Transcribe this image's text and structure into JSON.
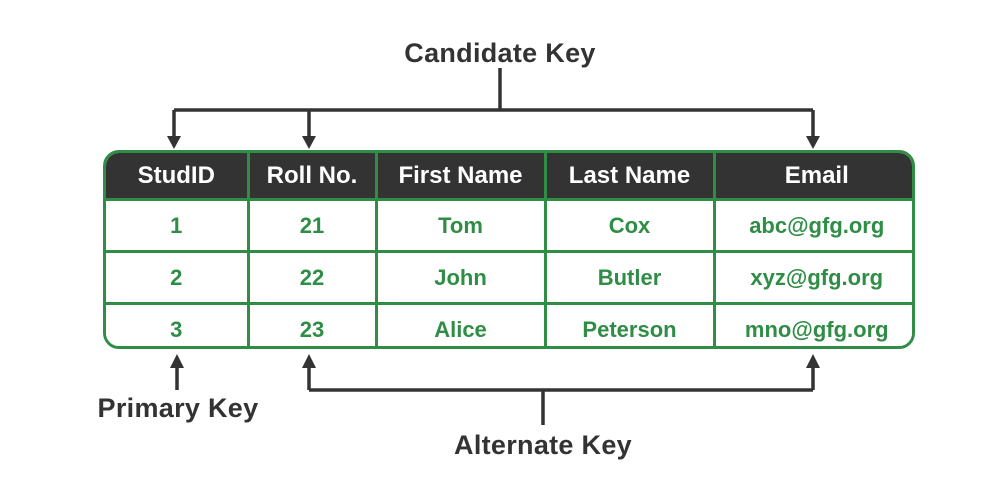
{
  "diagram": {
    "annotations": {
      "candidate_key": "Candidate Key",
      "primary_key": "Primary Key",
      "alternate_key": "Alternate Key"
    },
    "table": {
      "columns": [
        "StudID",
        "Roll No.",
        "First Name",
        "Last Name",
        "Email"
      ],
      "rows": [
        [
          "1",
          "21",
          "Tom",
          "Cox",
          "abc@gfg.org"
        ],
        [
          "2",
          "22",
          "John",
          "Butler",
          "xyz@gfg.org"
        ],
        [
          "3",
          "23",
          "Alice",
          "Peterson",
          "mno@gfg.org"
        ]
      ]
    },
    "colors": {
      "table_border_green": "#2f8d46",
      "header_background": "#333333",
      "header_text": "#ffffff",
      "cell_text_green": "#2f8d46",
      "connector_dark": "#333333",
      "background": "#ffffff"
    }
  }
}
